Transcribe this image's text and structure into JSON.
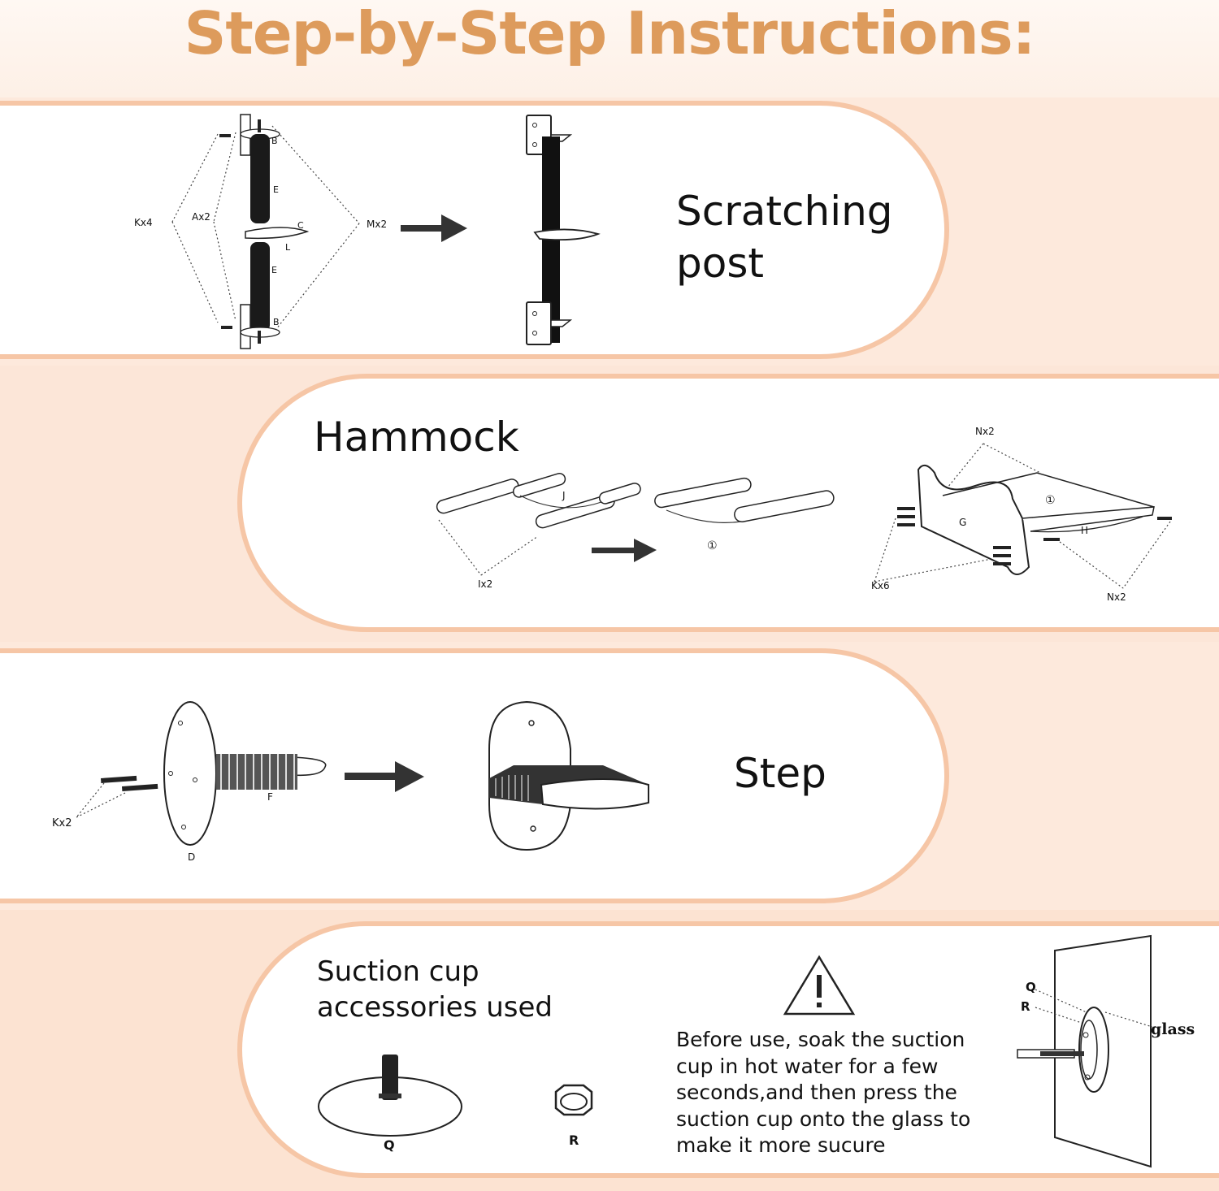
{
  "title": "Step-by-Step Instructions:",
  "colors": {
    "title": "#dd9b5c",
    "panel_border": "#f6c6a6",
    "background": "#fde9dc",
    "arrow": "#333333"
  },
  "scratching_post": {
    "label": "Scratching\npost",
    "parts": {
      "k": "Kx4",
      "a": "Ax2",
      "m": "Mx2",
      "b": "B",
      "e": "E",
      "c": "C",
      "l": "L"
    }
  },
  "hammock": {
    "label": "Hammock",
    "parts": {
      "j": "J",
      "i": "Ix2",
      "one": "①",
      "n": "Nx2",
      "g": "G",
      "h": "H",
      "k": "Kx6"
    }
  },
  "step": {
    "label": "Step",
    "parts": {
      "k": "Kx2",
      "f": "F",
      "d": "D"
    }
  },
  "suction": {
    "label": "Suction cup\naccessories used",
    "warning_icon": "warning-triangle-icon",
    "warning_text": "Before use, soak the suction cup in hot water for a few seconds,and then press the suction cup onto the glass to make it more sucure",
    "parts": {
      "q": "Q",
      "r": "R",
      "glass": "glass"
    }
  }
}
